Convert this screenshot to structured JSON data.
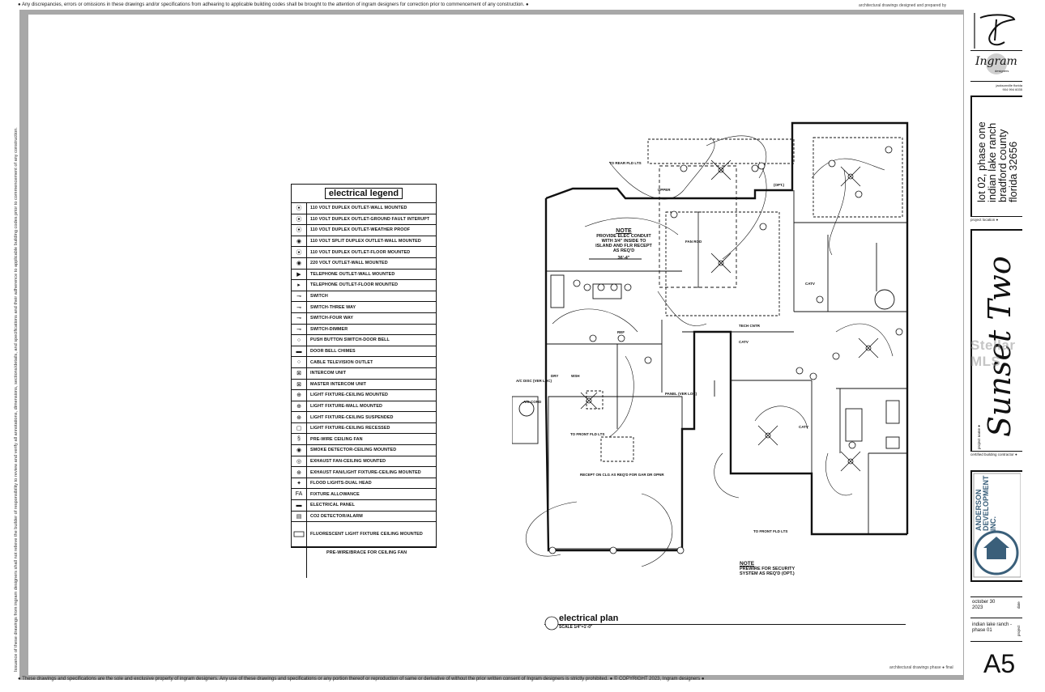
{
  "header": {
    "top_note": "Any discrepancies, errors or omissions in these drawings and/or specifications from adhearing to applicable building codes shall be brought to the attention of ingram designers for correction prior to commencement of any construction.",
    "top_right": "architectural drawings designed and prepared by"
  },
  "side_note": "Issuance of these drawings from ingram designers shall not relieve the builder of responsibility to review and verify all annotations, dimensions, sections/details, and specifications and their adherence to applicable building codes prior to commencement of any construction.",
  "footer": {
    "note": "These drawings and specifications are the sole and exclusive property of ingram designers. Any use of these drawings and specifications or any portion thereof or reproduction of same or derivative of without the prior written consent of Ingram designers is strictly prohibited. ● © COPYRIGHT 2023, Ingram designers ●",
    "phase": "architectural drawings phase ● final"
  },
  "legend": {
    "title": "electrical legend",
    "items": [
      {
        "symbol": "⦿",
        "label": "110 VOLT DUPLEX OUTLET-WALL MOUNTED"
      },
      {
        "symbol": "⦿",
        "label": "110 VOLT DUPLEX OUTLET-GROUND FAULT INTERUPT"
      },
      {
        "symbol": "⦿",
        "label": "110 VOLT DUPLEX OUTLET-WEATHER PROOF"
      },
      {
        "symbol": "◉",
        "label": "110 VOLT SPLIT DUPLEX OUTLET-WALL MOUNTED"
      },
      {
        "symbol": "⦿",
        "label": "110 VOLT DUPLEX OUTLET-FLOOR MOUNTED"
      },
      {
        "symbol": "◉",
        "label": "220 VOLT OUTLET-WALL MOUNTED"
      },
      {
        "symbol": "▶",
        "label": "TELEPHONE OUTLET-WALL MOUNTED"
      },
      {
        "symbol": "▸",
        "label": "TELEPHONE OUTLET-FLOOR MOUNTED"
      },
      {
        "symbol": "⊸",
        "label": "SWITCH"
      },
      {
        "symbol": "⊸",
        "label": "SWITCH-THREE WAY"
      },
      {
        "symbol": "⊸",
        "label": "SWITCH-FOUR WAY"
      },
      {
        "symbol": "⊸",
        "label": "SWITCH-DIMMER"
      },
      {
        "symbol": "○",
        "label": "PUSH BUTTON SWITCH-DOOR BELL"
      },
      {
        "symbol": "▬",
        "label": "DOOR BELL CHIMES"
      },
      {
        "symbol": "○",
        "label": "CABLE TELEVISION OUTLET"
      },
      {
        "symbol": "⊠",
        "label": "INTERCOM UNIT"
      },
      {
        "symbol": "⊠",
        "label": "MASTER INTERCOM UNIT"
      },
      {
        "symbol": "⊕",
        "label": "LIGHT FIXTURE-CEILING MOUNTED"
      },
      {
        "symbol": "⊕",
        "label": "LIGHT FIXTURE-WALL MOUNTED"
      },
      {
        "symbol": "⊕",
        "label": "LIGHT FIXTURE-CEILING SUSPENDED"
      },
      {
        "symbol": "▢",
        "label": "LIGHT FIXTURE-CEILING RECESSED"
      },
      {
        "symbol": "§",
        "label": "PRE-WIRE CEILING FAN"
      },
      {
        "symbol": "◉",
        "label": "SMOKE DETECTOR-CEILING MOUNTED"
      },
      {
        "symbol": "◎",
        "label": "EXHAUST FAN-CEILING MOUNTED"
      },
      {
        "symbol": "⊕",
        "label": "EXHAUST FAN/LIGHT FIXTURE-CEILING MOUNTED"
      },
      {
        "symbol": "✦",
        "label": "FLOOD LIGHTS-DUAL HEAD"
      },
      {
        "symbol": "FA",
        "label": "FIXTURE ALLOWANCE"
      },
      {
        "symbol": "▬",
        "label": "ELECTRICAL PANEL"
      },
      {
        "symbol": "▤",
        "label": "CO2 DETECTOR/ALARM"
      }
    ],
    "fluorescent": "FLUORESCENT LIGHT FIXTURE CEILING MOUNTED",
    "fan_brace": "PRE-WIRE/BRACE FOR CEILING FAN"
  },
  "plan": {
    "title": "electrical plan",
    "scale": "SCALE 1/4\"=1'-0\"",
    "note1_title": "NOTE",
    "note1_text": "PROVIDE ELEC CONDUIT WITH 3/4\" INSIDE TO ISLAND AND FLR RECEPT AS REQ'D",
    "dimension": "36'-4\"",
    "note2_title": "NOTE",
    "note2_text": "PREWIRE FOR SECURITY SYSTEM AS REQ'D (OPT.)",
    "labels": {
      "to_rear_flood": "TO REAR FLD LTS",
      "upper": "UPPER",
      "opt": "(OPT.)",
      "tech_cntr": "TECH CNTR",
      "catv": "CATV",
      "to_front_flood": "TO FRONT FLD LTS",
      "ac_disc": "A/C DISC (VER LOC)",
      "ac_cond": "A/C COND",
      "panel": "PANEL (VER LOC)",
      "dry": "DRY",
      "wsh": "WSH",
      "ref": "REF",
      "recept": "RECEPT ON CLG AS REQ'D FOR GAR DR OPNR",
      "fan_rod": "FAN ROD"
    }
  },
  "title_block": {
    "company": "Ingram",
    "company_sub": "designers",
    "contact_city": "jacksonville florida",
    "contact_phone": "904 994 6035",
    "location_lines": [
      "lot 02, phase one",
      "indian lake ranch",
      "bradford county",
      "florida 32656"
    ],
    "location_label": "project location ●",
    "project_name": "Sunset Two",
    "project_name_label": "project name ●",
    "builder_label": "certified building contractor ●",
    "contractor_logo_text": "ANDERSON DEVELOPMENT INC.",
    "date": "october 30 2023",
    "date_label": "date",
    "site": "indian lake ranch - phase 01",
    "site_label": "project",
    "sheet": "A5",
    "watermark": "Stellar MLS"
  },
  "colors": {
    "frame": "#a8a8a8",
    "ink": "#111111",
    "logo_blue": "#3a5f7a"
  }
}
